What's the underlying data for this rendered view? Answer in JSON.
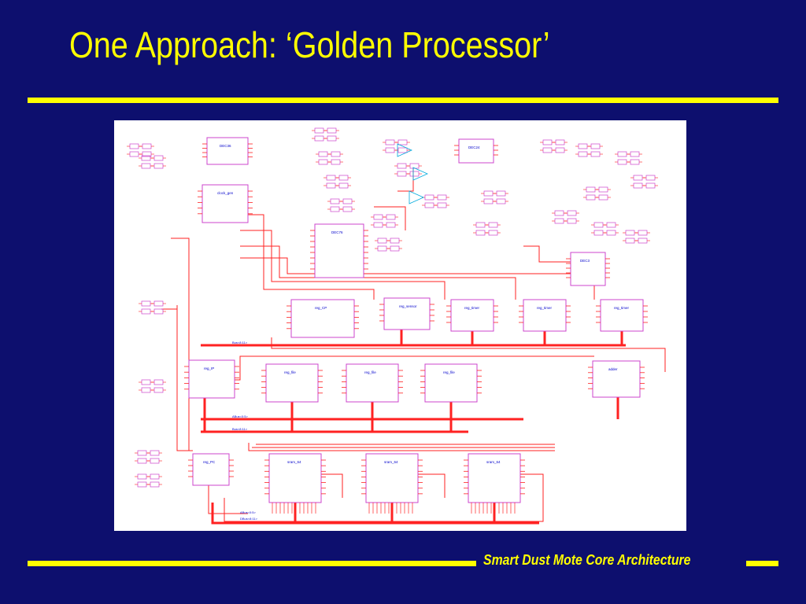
{
  "slide": {
    "title": "One Approach: ‘Golden Processor’",
    "footer": "Smart Dust Mote Core Architecture"
  },
  "schematic": {
    "description_visible": false,
    "colors": {
      "background": "#ffffff",
      "wire": "#ff2222",
      "block": "#cc44cc",
      "label": "#0000cc",
      "pin": "#00aadd"
    },
    "blocks": [
      {
        "label": "clock_gen"
      },
      {
        "label": "DEC76"
      },
      {
        "label": "reg_CP"
      },
      {
        "label": "reg_sensor"
      },
      {
        "label": "reg_timer"
      },
      {
        "label": "reg_timer"
      },
      {
        "label": "reg_timer"
      },
      {
        "label": "reg_IP"
      },
      {
        "label": "reg_file"
      },
      {
        "label": "reg_file"
      },
      {
        "label": "reg_file"
      },
      {
        "label": "adder"
      },
      {
        "label": "reg_PC"
      },
      {
        "label": "sram_64"
      },
      {
        "label": "sram_64"
      },
      {
        "label": "sram_64"
      },
      {
        "label": "DEC36"
      },
      {
        "label": "DEC24"
      },
      {
        "label": "DEC3"
      }
    ],
    "bus_labels": [
      "Bus<8:11>",
      "Bus<8:11>",
      "ABus<0:5>",
      "DBus<8:11>",
      "ABus<0:5>"
    ]
  }
}
